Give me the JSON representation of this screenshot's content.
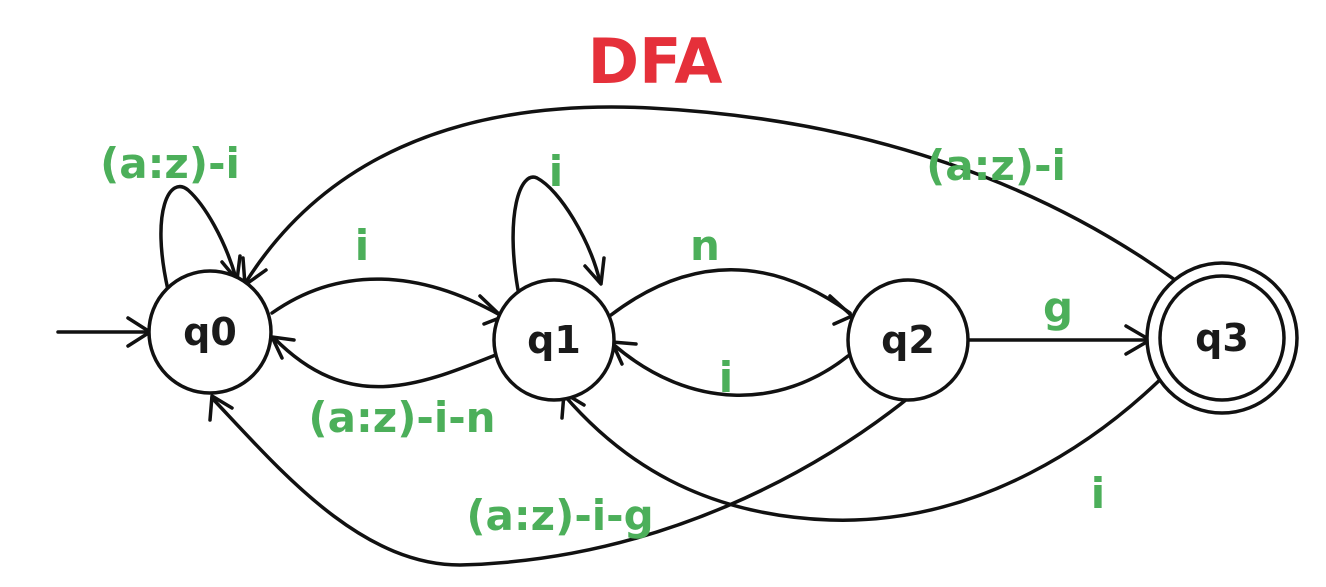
{
  "title": "DFA",
  "colors": {
    "title": "#e5303a",
    "label": "#4caf5a",
    "stroke": "#111111"
  },
  "states": [
    {
      "id": "q0",
      "label": "q0",
      "start": true,
      "accepting": false
    },
    {
      "id": "q1",
      "label": "q1",
      "start": false,
      "accepting": false
    },
    {
      "id": "q2",
      "label": "q2",
      "start": false,
      "accepting": false
    },
    {
      "id": "q3",
      "label": "q3",
      "start": false,
      "accepting": true
    }
  ],
  "transitions": [
    {
      "id": "q0-self",
      "from": "q0",
      "to": "q0",
      "label": "(a:z)-i"
    },
    {
      "id": "q0-q1",
      "from": "q0",
      "to": "q1",
      "label": "i"
    },
    {
      "id": "q1-self",
      "from": "q1",
      "to": "q1",
      "label": "i"
    },
    {
      "id": "q1-q0",
      "from": "q1",
      "to": "q0",
      "label": "(a:z)-i-n"
    },
    {
      "id": "q1-q2",
      "from": "q1",
      "to": "q2",
      "label": "n"
    },
    {
      "id": "q2-q1",
      "from": "q2",
      "to": "q1",
      "label": "i"
    },
    {
      "id": "q2-q3",
      "from": "q2",
      "to": "q3",
      "label": "g"
    },
    {
      "id": "q2-q0",
      "from": "q2",
      "to": "q0",
      "label": "(a:z)-i-g"
    },
    {
      "id": "q3-q0",
      "from": "q3",
      "to": "q0",
      "label": "(a:z)-i"
    },
    {
      "id": "q3-q1",
      "from": "q3",
      "to": "q1",
      "label": "i"
    }
  ]
}
